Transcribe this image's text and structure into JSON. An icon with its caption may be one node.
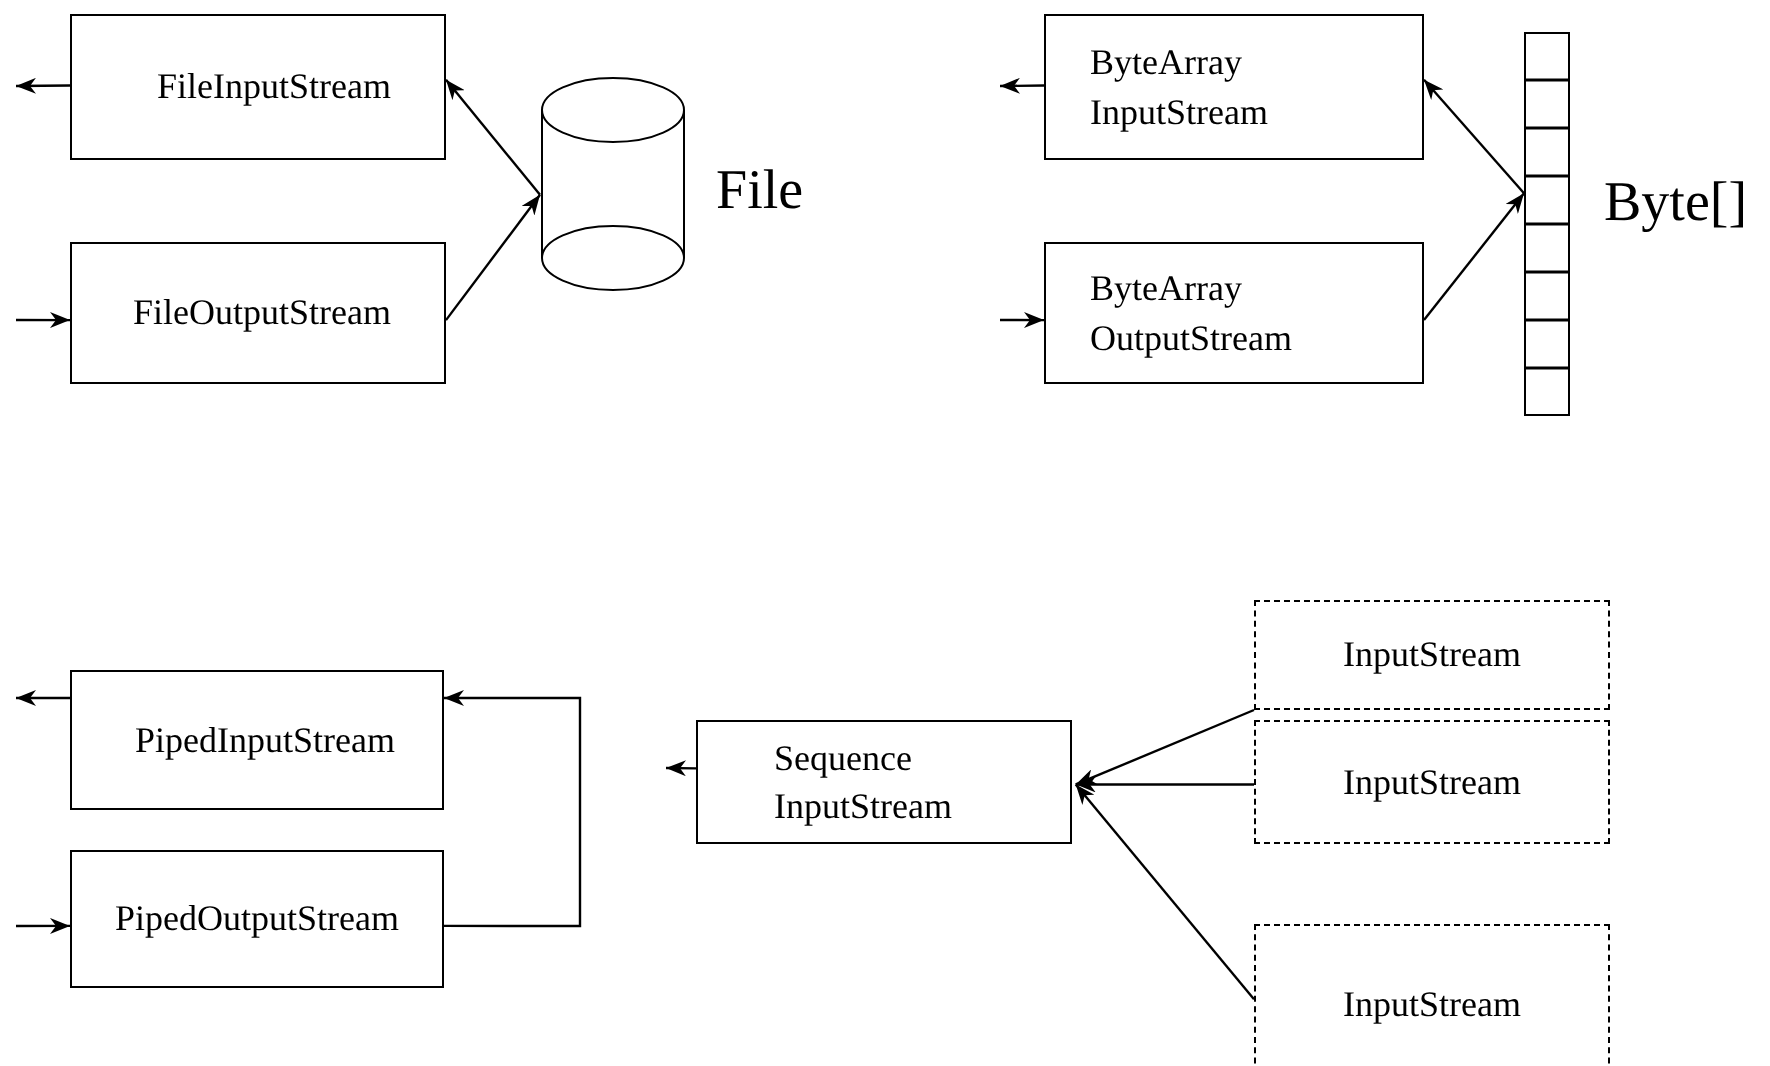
{
  "diagram": {
    "nodes": [
      {
        "text": [
          "FileInputStream"
        ]
      },
      {
        "text": [
          "FileOutputStream"
        ]
      },
      {
        "text": [],
        "shape": "cylinder",
        "beside": [
          "File"
        ]
      },
      {
        "text": [
          "ByteArray InputStream"
        ]
      },
      {
        "text": [
          "ByteArray OutputStream"
        ]
      },
      {
        "text": [],
        "shape": "bar",
        "beside": [
          "Byte[]"
        ]
      },
      {
        "text": [
          "PipedInputStream"
        ]
      },
      {
        "text": [
          "PipedOutputStream"
        ]
      },
      {
        "text": [
          "Sequence InputStream"
        ]
      },
      {
        "text": [
          "InputStream"
        ]
      },
      {
        "text": [
          "InputStream"
        ]
      },
      {
        "text": [
          "InputStream"
        ]
      }
    ],
    "edges": [
      {
        "from": 0,
        "to": null,
        "arrow": "to"
      },
      {
        "from": 2,
        "to": 0,
        "arrow": "to"
      },
      {
        "from": 1,
        "to": 2,
        "arrow": "to"
      },
      {
        "from": null,
        "to": 1,
        "arrow": "to"
      },
      {
        "from": 3,
        "to": null,
        "arrow": "to"
      },
      {
        "from": 5,
        "to": 3,
        "arrow": "to"
      },
      {
        "from": 4,
        "to": 5,
        "arrow": "to"
      },
      {
        "from": null,
        "to": 4,
        "arrow": "to"
      },
      {
        "from": 6,
        "to": null,
        "arrow": "to"
      },
      {
        "from": 7,
        "to": 6,
        "arrow": "to"
      },
      {
        "from": null,
        "to": 7,
        "arrow": "to"
      },
      {
        "from": 8,
        "to": null,
        "arrow": "to"
      },
      {
        "from": 9,
        "to": 8,
        "arrow": "to"
      },
      {
        "from": 10,
        "to": 8,
        "arrow": "to"
      },
      {
        "from": 11,
        "to": 8,
        "arrow": "to"
      }
    ]
  }
}
